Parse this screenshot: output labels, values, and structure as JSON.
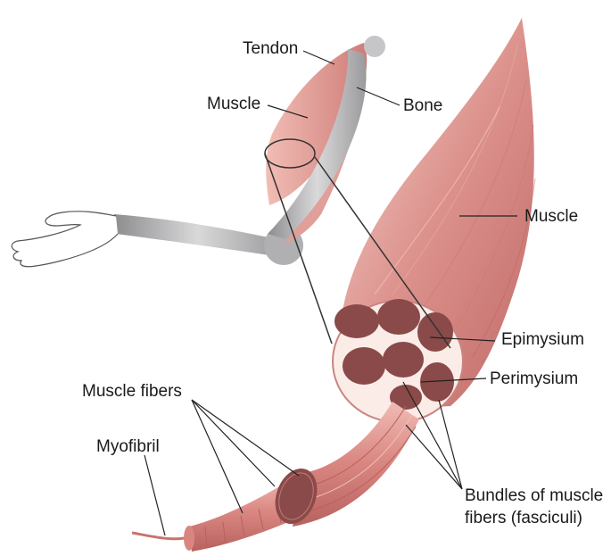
{
  "labels": {
    "tendon": "Tendon",
    "bone": "Bone",
    "muscle_arm": "Muscle",
    "muscle_large": "Muscle",
    "epimysium": "Epimysium",
    "perimysium": "Perimysium",
    "muscle_fibers": "Muscle fibers",
    "myofibril": "Myofibril",
    "bundles_line1": "Bundles of muscle",
    "bundles_line2": "fibers (fasciculi)"
  },
  "colors": {
    "muscle_light": "#f3c8c0",
    "muscle": "#d88a86",
    "muscle_dark": "#b85e5c",
    "fascicle": "#8a4a49",
    "bone": "#a9a9ab",
    "bone_light": "#d7d7d8",
    "sheath": "#fbece7"
  }
}
